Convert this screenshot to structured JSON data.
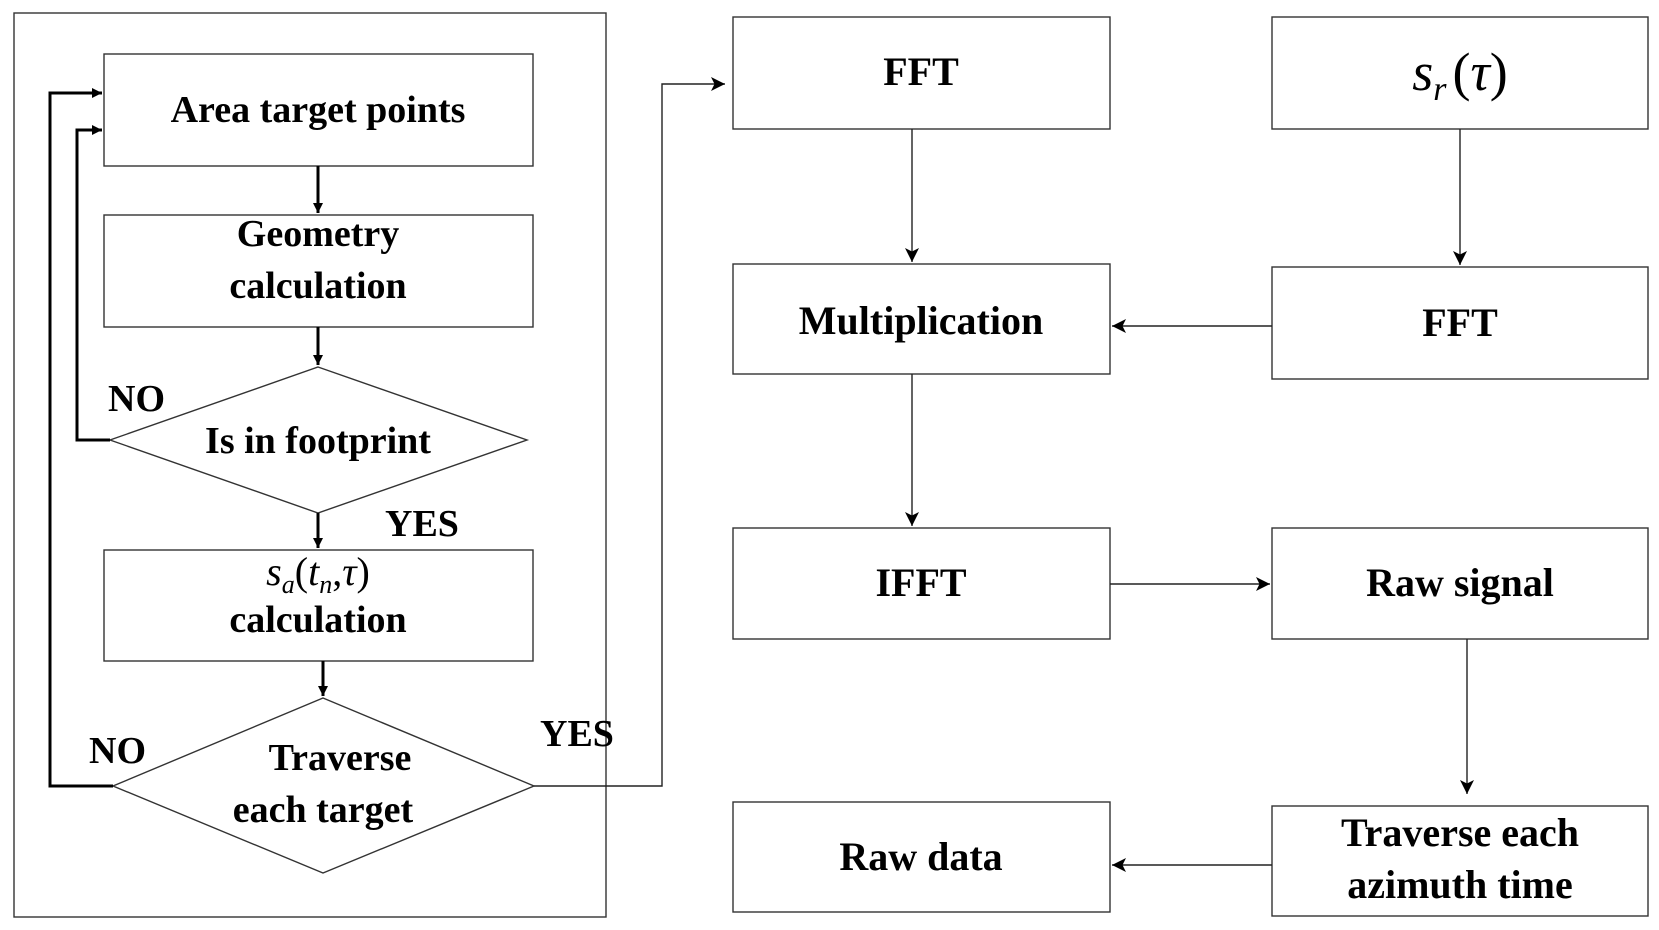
{
  "diagram": {
    "nodes": {
      "area_target_points": "Area target points",
      "geometry_calc_line1": "Geometry",
      "geometry_calc_line2": "calculation",
      "is_in_footprint": "Is in footprint",
      "sa_calc_line2": "calculation",
      "traverse_target_line1": "Traverse",
      "traverse_target_line2": "each target",
      "fft_top": "FFT",
      "fft_right": "FFT",
      "multiplication": "Multiplication",
      "ifft": "IFFT",
      "raw_signal": "Raw signal",
      "traverse_azimuth_line1": "Traverse each",
      "traverse_azimuth_line2": "azimuth time",
      "raw_data": "Raw data"
    },
    "labels": {
      "no_footprint": "NO",
      "yes_footprint": "YES",
      "no_traverse": "NO",
      "yes_traverse": "YES"
    },
    "math": {
      "sa": {
        "s": "s",
        "sub": "a",
        "open": "(",
        "t": "t",
        "tsub": "n",
        "comma": ",",
        "tau": "τ",
        "close": ")"
      },
      "sr": {
        "s": "s",
        "sub": "r",
        "open": "(",
        "tau": "τ",
        "close": ")"
      }
    }
  }
}
